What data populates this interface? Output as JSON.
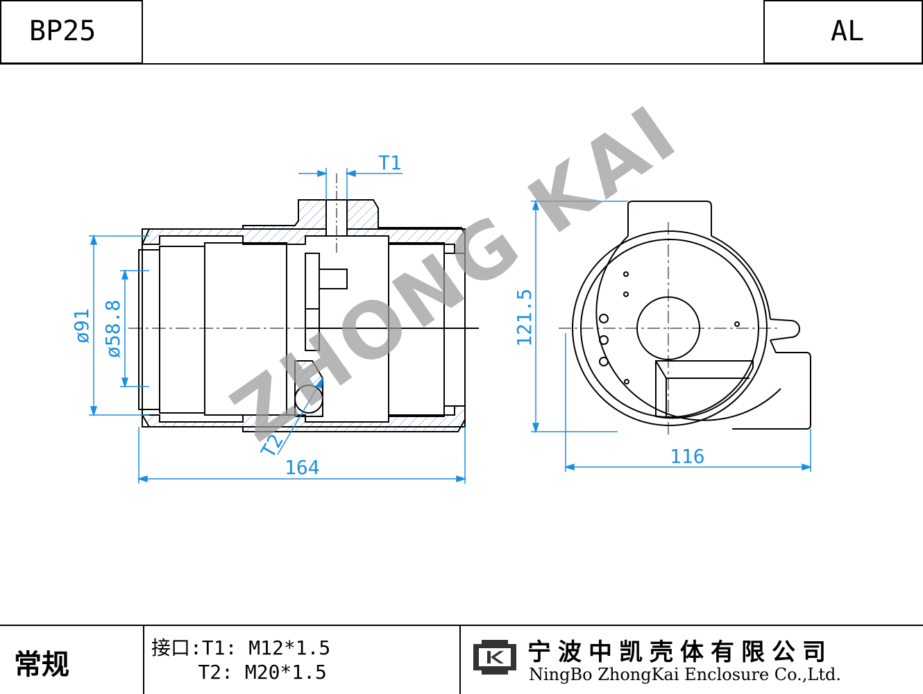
{
  "header": {
    "model": "BP25",
    "material": "AL"
  },
  "dimensions": {
    "t1": "T1",
    "t2": "T2",
    "dia_outer": "ø91",
    "dia_inner": "ø58.8",
    "length": "164",
    "height": "121.5",
    "width": "116"
  },
  "watermark": "ZHONG KAI",
  "footer": {
    "category": "常规",
    "interface_line1": "接口:T1: M12*1.5",
    "interface_line2": "    T2: M20*1.5",
    "company_cn": "宁波中凯壳体有限公司",
    "company_en": "NingBo ZhongKai Enclosure Co.,Ltd."
  },
  "colors": {
    "dimension": "#1a8fe0",
    "line": "#000000",
    "watermark": "#9a9a9a"
  }
}
